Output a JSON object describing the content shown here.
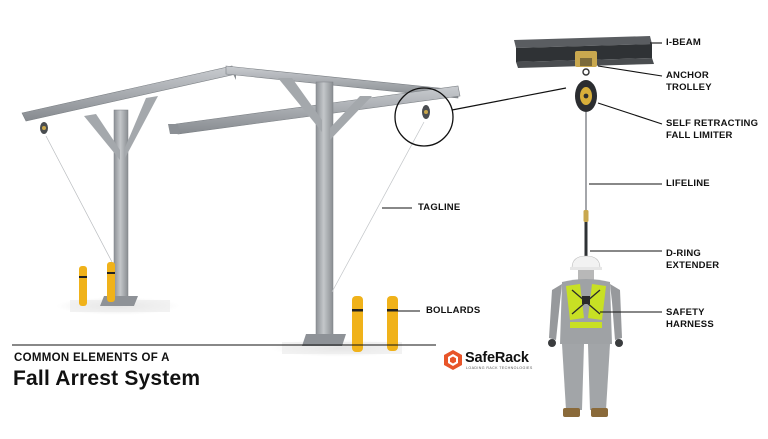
{
  "title": {
    "line1": "COMMON ELEMENTS OF A",
    "line2": "Fall Arrest System"
  },
  "brand": {
    "name": "SafeRack",
    "tagline": "LOADING RACK TECHNOLOGIES",
    "accent": "#e8552a"
  },
  "labels": {
    "i_beam": "I-BEAM",
    "anchor_trolley_1": "ANCHOR",
    "anchor_trolley_2": "TROLLEY",
    "srl_1": "SELF RETRACTING",
    "srl_2": "FALL LIMITER",
    "lifeline": "LIFELINE",
    "dring_1": "D-RING",
    "dring_2": "EXTENDER",
    "harness_1": "SAFETY",
    "harness_2": "HARNESS",
    "tagline": "TAGLINE",
    "bollards": "BOLLARDS"
  },
  "colors": {
    "steel": "#a9adb1",
    "steel_dark": "#7c8085",
    "bollard": "#f0b21a",
    "harness": "#c8e024",
    "beam": "#3d4044"
  }
}
